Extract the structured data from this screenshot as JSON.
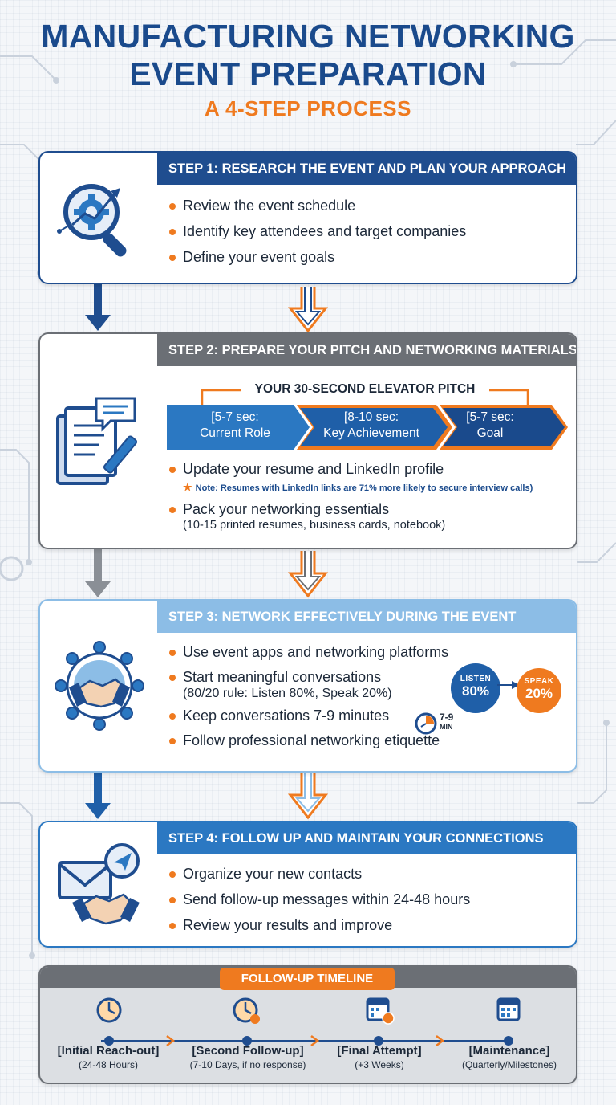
{
  "header": {
    "title_line1": "MANUFACTURING NETWORKING",
    "title_line2": "EVENT PREPARATION",
    "subtitle": "A 4-STEP PROCESS"
  },
  "steps": [
    {
      "title": "STEP 1: RESEARCH THE EVENT AND PLAN YOUR APPROACH",
      "icon": "gear-magnifier-icon",
      "bullets": [
        "Review the event schedule",
        "Identify key attendees and target companies",
        "Define your event goals"
      ]
    },
    {
      "title": "STEP 2: PREPARE YOUR PITCH AND NETWORKING MATERIALS",
      "icon": "documents-pen-icon",
      "pitch": {
        "title": "YOUR 30-SECOND ELEVATOR PITCH",
        "segments": [
          {
            "time": "[5-7 sec:",
            "label": "Current Role"
          },
          {
            "time": "[8-10 sec:",
            "label": "Key Achievement"
          },
          {
            "time": "[5-7 sec:",
            "label": "Goal"
          }
        ]
      },
      "bullet1": "Update your resume and LinkedIn profile",
      "note": "Note: Resumes with LinkedIn links are 71% more likely to secure interview calls)",
      "bullet2": "Pack your networking essentials",
      "bullet2_sub": "(10-15 printed resumes, business cards, notebook)"
    },
    {
      "title": "STEP 3: NETWORK EFFECTIVELY DURING THE EVENT",
      "icon": "network-handshake-icon",
      "bullet1": "Use event apps and networking platforms",
      "bullet2": "Start meaningful conversations",
      "bullet2_sub": "(80/20 rule: Listen 80%, Speak 20%)",
      "bullet3": "Keep conversations 7-9 minutes",
      "timer_value": "7-9",
      "timer_unit": "MIN",
      "bullet4": "Follow professional networking etiquette",
      "listen": {
        "label": "LISTEN",
        "value": "80%"
      },
      "speak": {
        "label": "SPEAK",
        "value": "20%"
      }
    },
    {
      "title": "STEP 4: FOLLOW UP AND MAINTAIN YOUR CONNECTIONS",
      "icon": "envelope-handshake-icon",
      "bullets": [
        "Organize your new contacts",
        "Send follow-up messages within 24-48 hours",
        "Review your results and improve"
      ]
    }
  ],
  "timeline": {
    "title": "FOLLOW-UP TIMELINE",
    "items": [
      {
        "name": "[Initial Reach-out]",
        "time": "(24-48 Hours)",
        "icon": "clock-icon"
      },
      {
        "name": "[Second Follow-up]",
        "time": "(7-10 Days, if no response)",
        "icon": "clock-alarm-icon"
      },
      {
        "name": "[Final Attempt]",
        "time": "(+3 Weeks)",
        "icon": "calendar-clock-icon"
      },
      {
        "name": "[Maintenance]",
        "time": "(Quarterly/Milestones)",
        "icon": "calendar-icon"
      }
    ]
  },
  "colors": {
    "navy": "#1f4d8f",
    "gray": "#6b6f75",
    "light_blue": "#8cbde6",
    "blue": "#2b78c2",
    "orange": "#ef7a1f",
    "title_blue": "#1a4a8c"
  }
}
